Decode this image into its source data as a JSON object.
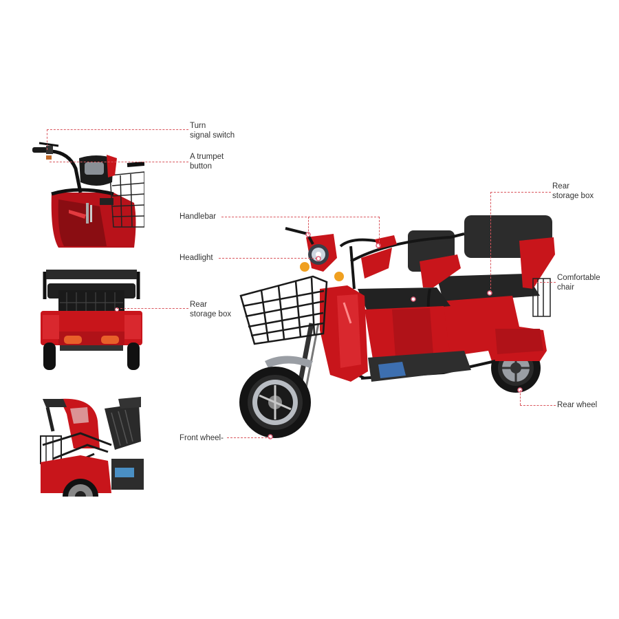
{
  "diagram": {
    "subject": "Three-wheel electric tricycle (red)",
    "accent_color": "#c8151b",
    "leader_line_color": "#d9555c",
    "thumbnails": [
      {
        "id": "handlebar-closeup",
        "depicts": "Handlebar and dashboard close-up"
      },
      {
        "id": "rear-view",
        "depicts": "Rear view with storage box"
      },
      {
        "id": "seat-folded",
        "depicts": "Rear seat folded view"
      }
    ],
    "labels": {
      "turn_signal_switch": {
        "line1": "Turn",
        "line2": "signal switch"
      },
      "trumpet_button": {
        "line1": "A trumpet",
        "line2": "button"
      },
      "rear_storage_box_left": {
        "line1": "Rear",
        "line2": "storage box"
      },
      "handlebar": {
        "line1": "Handlebar"
      },
      "headlight": {
        "line1": "Headlight"
      },
      "front_wheel": {
        "line1": "Front wheel-"
      },
      "rear_storage_box_right": {
        "line1": "Rear",
        "line2": "storage box"
      },
      "comfortable_chair": {
        "line1": "Comfortable",
        "line2": "chair"
      },
      "rear_wheel": {
        "line1": "Rear wheel"
      }
    }
  }
}
